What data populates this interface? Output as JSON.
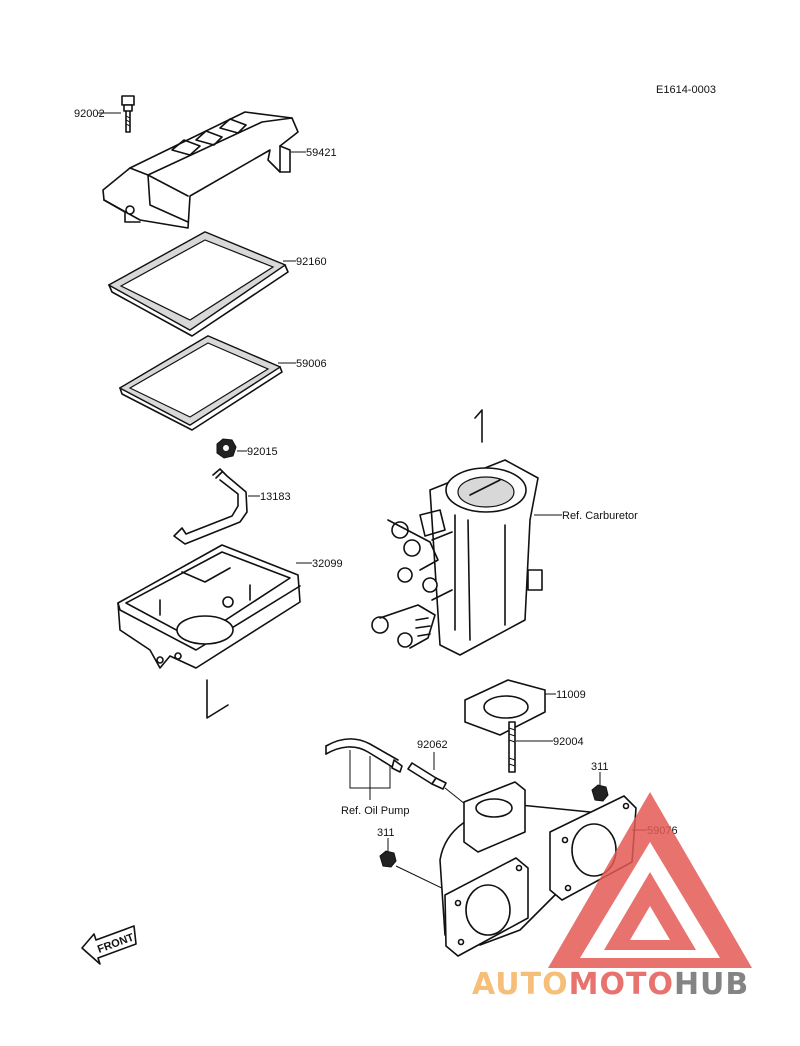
{
  "diagram_id": "E1614-0003",
  "labels": {
    "p92002": "92002",
    "p59421": "59421",
    "p92160": "92160",
    "p59006": "59006",
    "p92015": "92015",
    "p13183": "13183",
    "p32099": "32099",
    "ref_carburetor": "Ref. Carburetor",
    "p11009": "11009",
    "p92004": "92004",
    "p92062": "92062",
    "p311_right": "311",
    "ref_oil_pump": "Ref. Oil Pump",
    "p311_left": "311",
    "p59076": "59076"
  },
  "front_arrow": "FRONT",
  "reference_marks": {
    "mark_top": "1",
    "mark_bottom": "L"
  },
  "watermark": "AUTOMOTOHUB",
  "colors": {
    "ink": "#111111",
    "watermark_red": "#e35a55",
    "watermark_orange": "#f5b562",
    "watermark_gray": "#6f6f6f"
  }
}
